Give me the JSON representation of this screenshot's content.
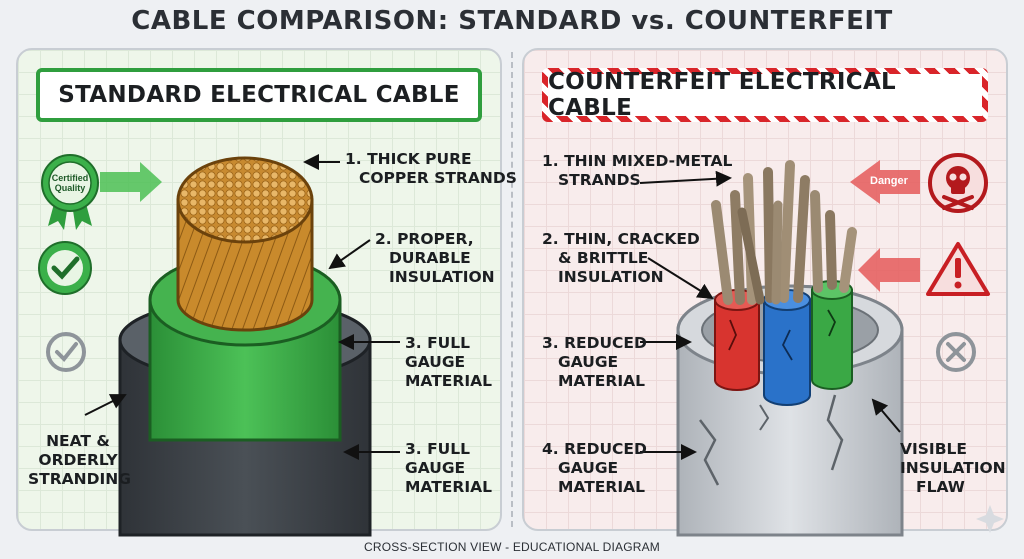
{
  "title": "CABLE COMPARISON: STANDARD vs. COUNTERFEIT",
  "footer": "CROSS-SECTION VIEW - EDUCATIONAL DIAGRAM",
  "colors": {
    "standard_accent": "#2f9e3e",
    "counterfeit_accent": "#d9252a",
    "copper": "#c98a2c",
    "green_insulation": "#3aa845",
    "dark_jacket": "#3e4348",
    "grey_jacket": "#c8ccd1"
  },
  "standard": {
    "heading": "STANDARD ELECTRICAL CABLE",
    "badge": {
      "line1": "Certified",
      "line2": "Quality",
      "icon": "rosette-badge-icon"
    },
    "icons": [
      "green-check-seal-icon",
      "grey-check-circle-icon"
    ],
    "labels": {
      "l1": [
        "1. THICK PURE",
        "COPPER STRANDS"
      ],
      "l2": [
        "2. PROPER,",
        "DURABLE",
        "INSULATION"
      ],
      "l3": [
        "3. FULL",
        "GAUGE",
        "MATERIAL"
      ],
      "l4": [
        "3. FULL",
        "GAUGE",
        "MATERIAL"
      ],
      "l5": [
        "NEAT &",
        "ORDERLY",
        "STRANDING"
      ]
    }
  },
  "counterfeit": {
    "heading": "COUNTERFEIT ELECTRICAL CABLE",
    "danger_label": "Danger",
    "icons": [
      "skull-crossbones-icon",
      "warning-triangle-icon",
      "grey-x-circle-icon"
    ],
    "labels": {
      "l1": [
        "1. THIN MIXED-METAL",
        "STRANDS"
      ],
      "l2": [
        "2. THIN, CRACKED",
        "& BRITTLE",
        "INSULATION"
      ],
      "l3": [
        "3. REDUCED",
        "GAUGE",
        "MATERIAL"
      ],
      "l4": [
        "4. REDUCED",
        "GAUGE",
        "MATERIAL"
      ],
      "l5": [
        "VISIBLE",
        "INSULATION",
        "FLAW"
      ]
    }
  }
}
